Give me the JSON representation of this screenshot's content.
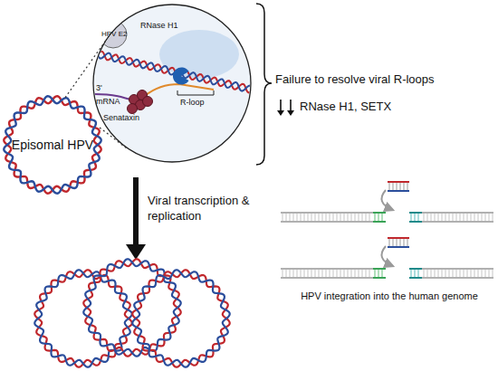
{
  "diagram": {
    "nodes": [
      {
        "text": [
          "Episomal HPV"
        ]
      },
      {
        "text": [
          "HPV E2",
          "RNase H1",
          "3'",
          "mRNA",
          "R-loop",
          "Senataxin"
        ]
      }
    ],
    "edges": [
      {
        "from": 0,
        "to": 1,
        "arrow": "none"
      }
    ],
    "labels": [
      "Failure to resolve viral R-loops",
      "RNase H1, SETX",
      "Viral transcription & replication",
      "HPV integration into the human genome"
    ]
  }
}
